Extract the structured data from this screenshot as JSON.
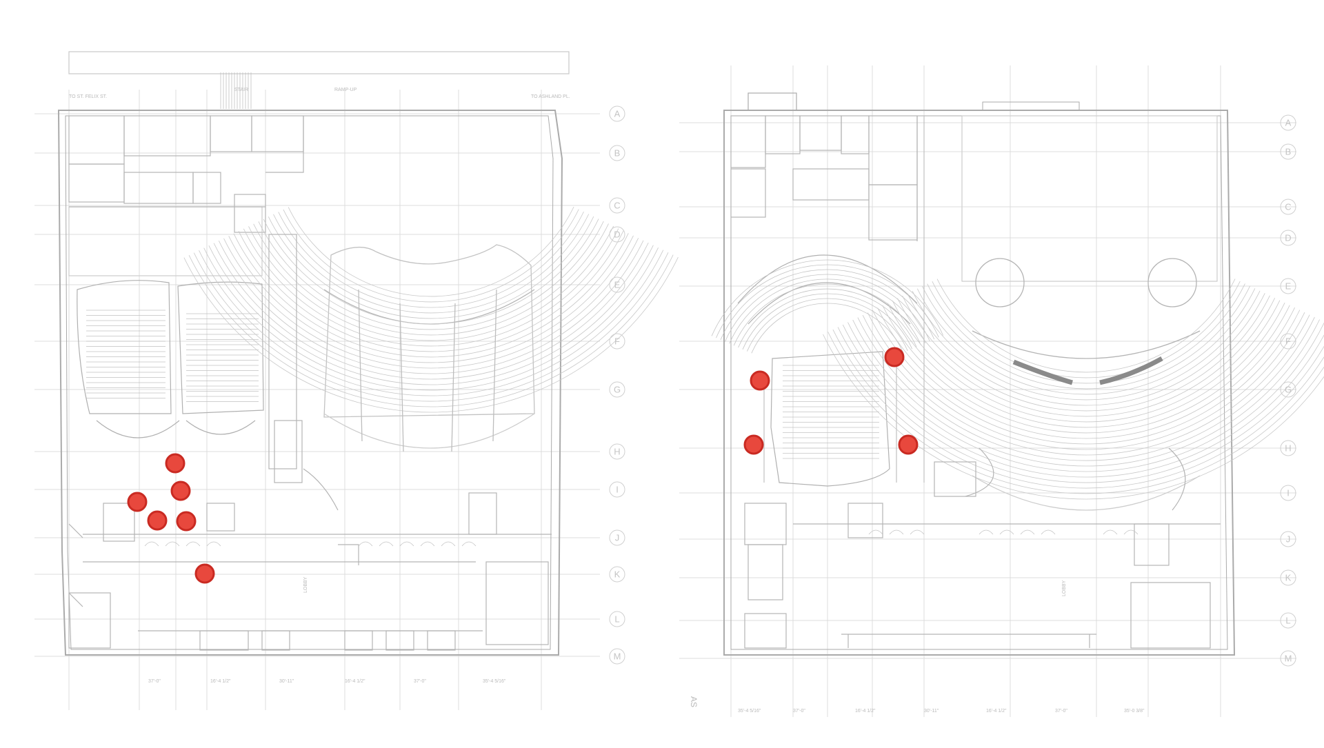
{
  "plans": {
    "left": {
      "street_left": "TO ST. FELIX ST.",
      "street_right": "TO ASHLAND PL.",
      "stair_label": "STAIR",
      "ramp_label": "RAMP-UP",
      "lobby_label": "LOBBY",
      "grid_rows": [
        "A",
        "B",
        "C",
        "D",
        "E",
        "F",
        "G",
        "H",
        "I",
        "J",
        "K",
        "L",
        "M"
      ],
      "dimensions": [
        "37'-0\"",
        "16'-4 1/2\"",
        "30'-11\"",
        "16'-4 1/2\"",
        "37'-0\"",
        "35'-4 5/16\""
      ],
      "markers": 6
    },
    "right": {
      "lobby_label": "LOBBY",
      "grid_rows": [
        "A",
        "B",
        "C",
        "D",
        "E",
        "F",
        "G",
        "H",
        "I",
        "J",
        "K",
        "L",
        "M"
      ],
      "dimensions": [
        "35'-4 5/16\"",
        "37'-0\"",
        "16'-4 1/2\"",
        "30'-11\"",
        "16'-4 1/2\"",
        "37'-0\"",
        "35'-0 3/8\""
      ],
      "north_mark": "AS",
      "markers": 4
    }
  },
  "colors": {
    "line": "#b4b4b4",
    "line_light": "#d6d6d6",
    "marker_fill": "#e8483d",
    "marker_stroke": "#c92a22",
    "stage_bar": "#8a8a8a"
  }
}
